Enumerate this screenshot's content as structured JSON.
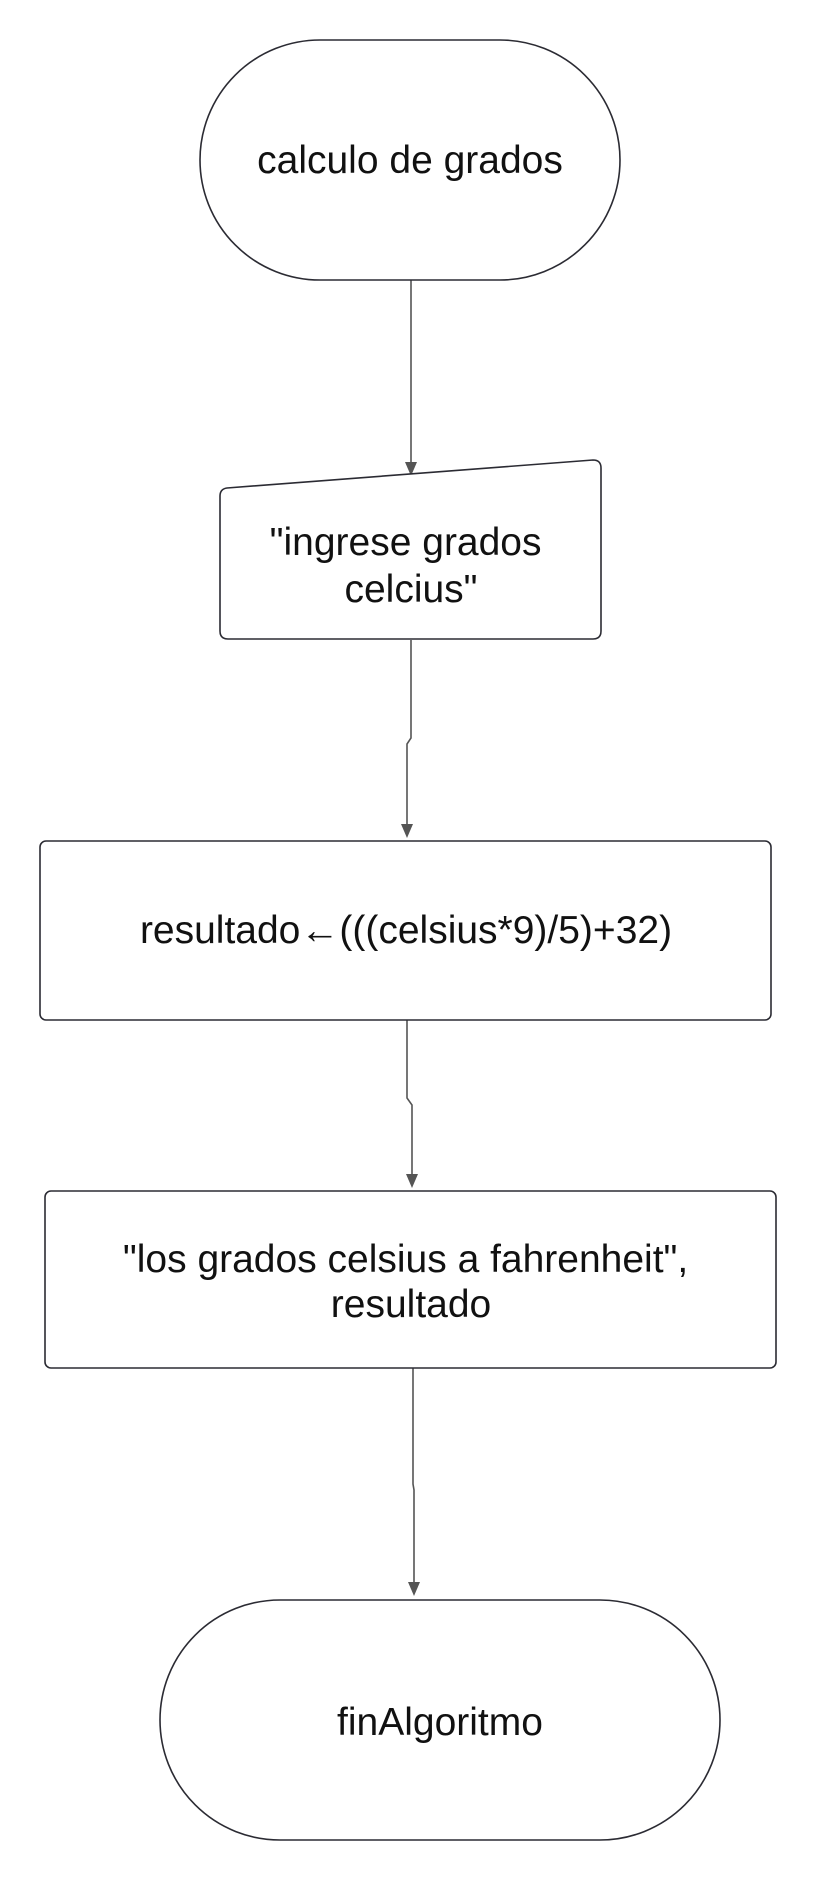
{
  "nodes": {
    "start": {
      "lines": [
        "calculo de grados"
      ]
    },
    "input": {
      "lines": [
        "\"ingrese grados",
        "celcius\""
      ]
    },
    "process": {
      "lines": [
        "resultado←(((celsius*9)/5)+32)"
      ]
    },
    "output": {
      "lines": [
        "\"los grados celsius a fahrenheit\",",
        "resultado"
      ]
    },
    "end": {
      "lines": [
        "finAlgoritmo"
      ]
    }
  }
}
